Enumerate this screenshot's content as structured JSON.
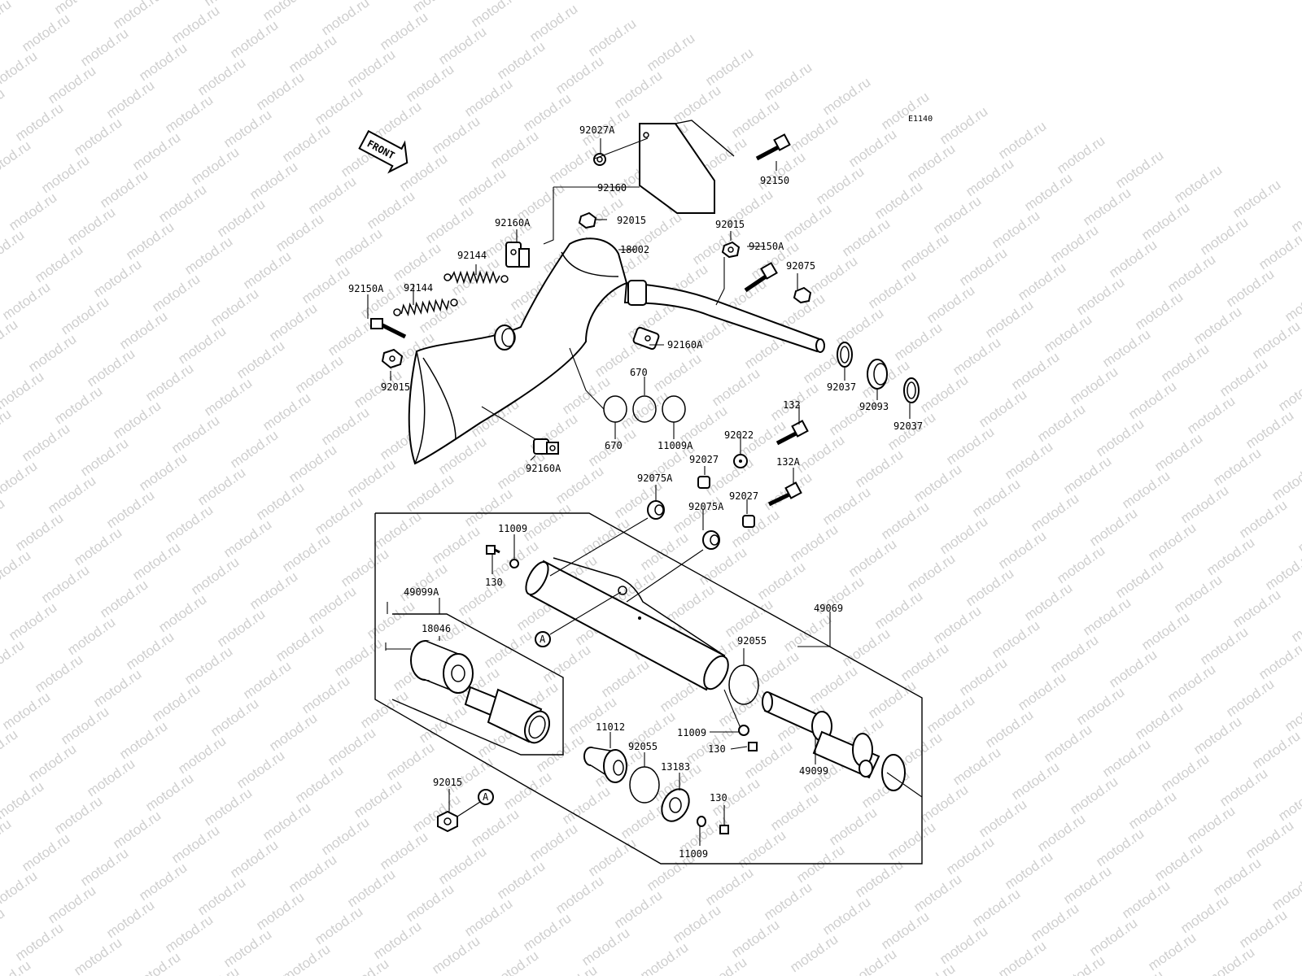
{
  "diagram": {
    "code": "E1140",
    "front_label": "FRONT",
    "watermark": "motod.ru",
    "ref_marker": "A",
    "labels": [
      "92027A",
      "92160",
      "92150",
      "92160A",
      "92015",
      "18002",
      "92015",
      "92150A",
      "92075",
      "92144",
      "92144",
      "92150A",
      "92015",
      "92160A",
      "670",
      "670",
      "11009A",
      "92037",
      "92093",
      "92037",
      "92160A",
      "132",
      "92022",
      "92027",
      "132A",
      "92075A",
      "92027",
      "92075A",
      "11009",
      "130",
      "49099A",
      "18046",
      "49069",
      "92055",
      "11009",
      "130",
      "49099",
      "11012",
      "92055",
      "13183",
      "130",
      "11009",
      "92015"
    ]
  }
}
